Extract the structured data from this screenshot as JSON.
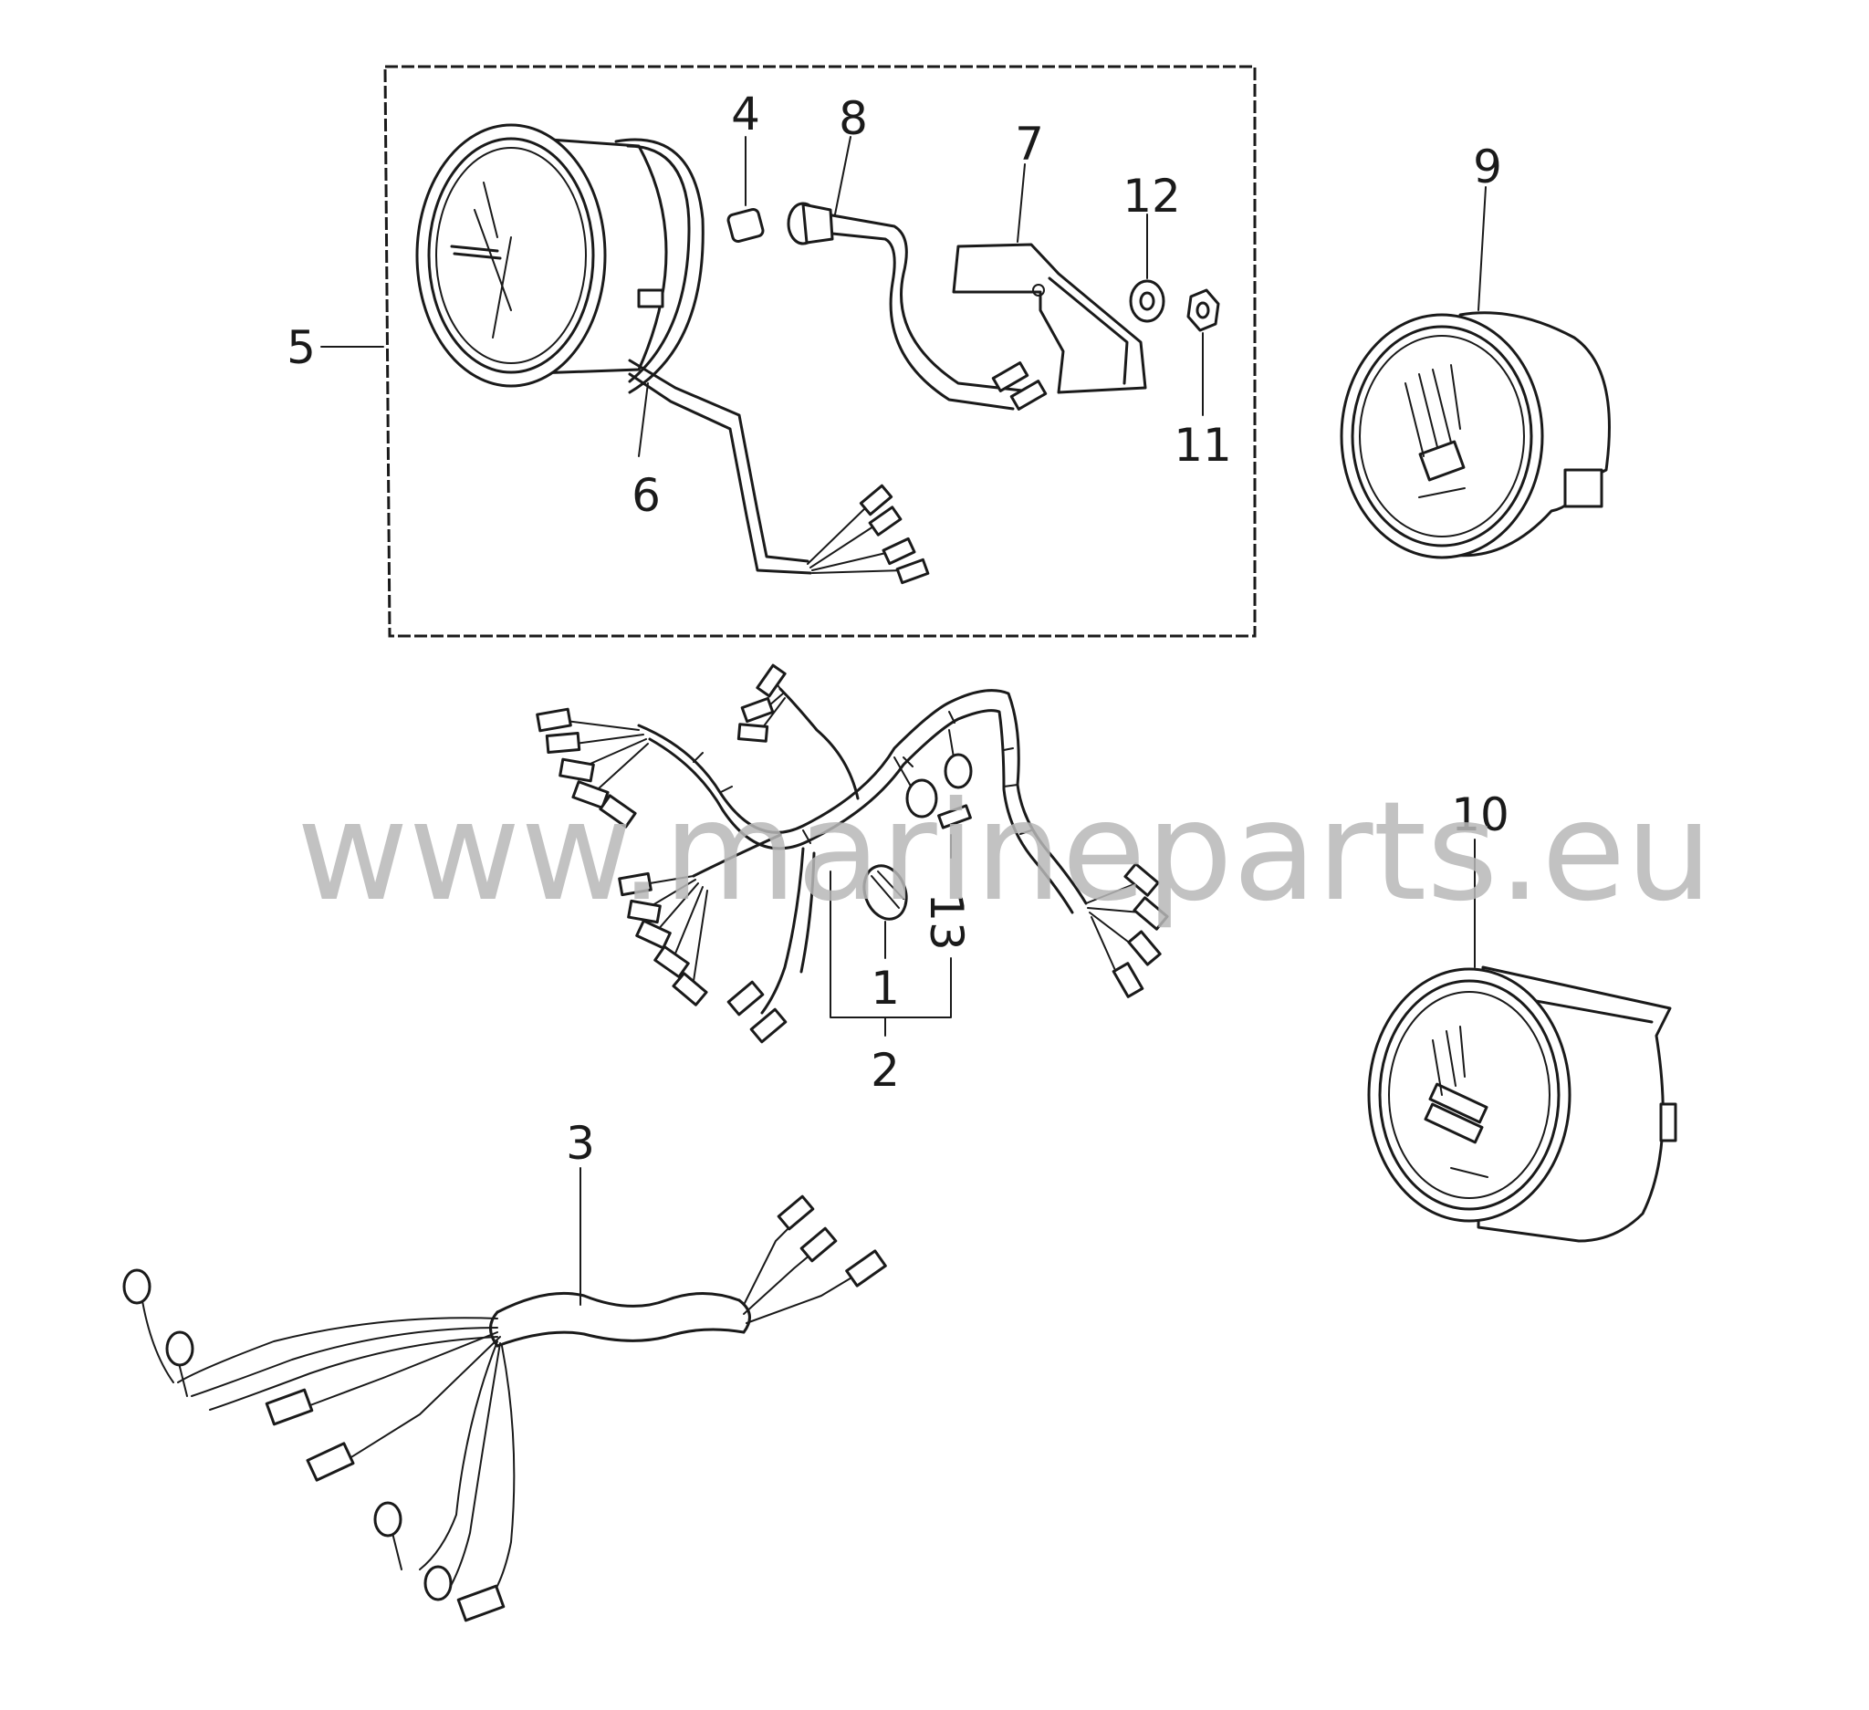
{
  "watermark": "www.marineparts.eu",
  "callouts": {
    "c1": "1",
    "c2": "2",
    "c3": "3",
    "c4": "4",
    "c5": "5",
    "c6": "6",
    "c7": "7",
    "c8": "8",
    "c9": "9",
    "c10": "10",
    "c11": "11",
    "c12": "12",
    "c13": "13"
  },
  "colors": {
    "line": "#1a1a1a",
    "watermark": "#b8b8b8",
    "background": "#ffffff"
  }
}
